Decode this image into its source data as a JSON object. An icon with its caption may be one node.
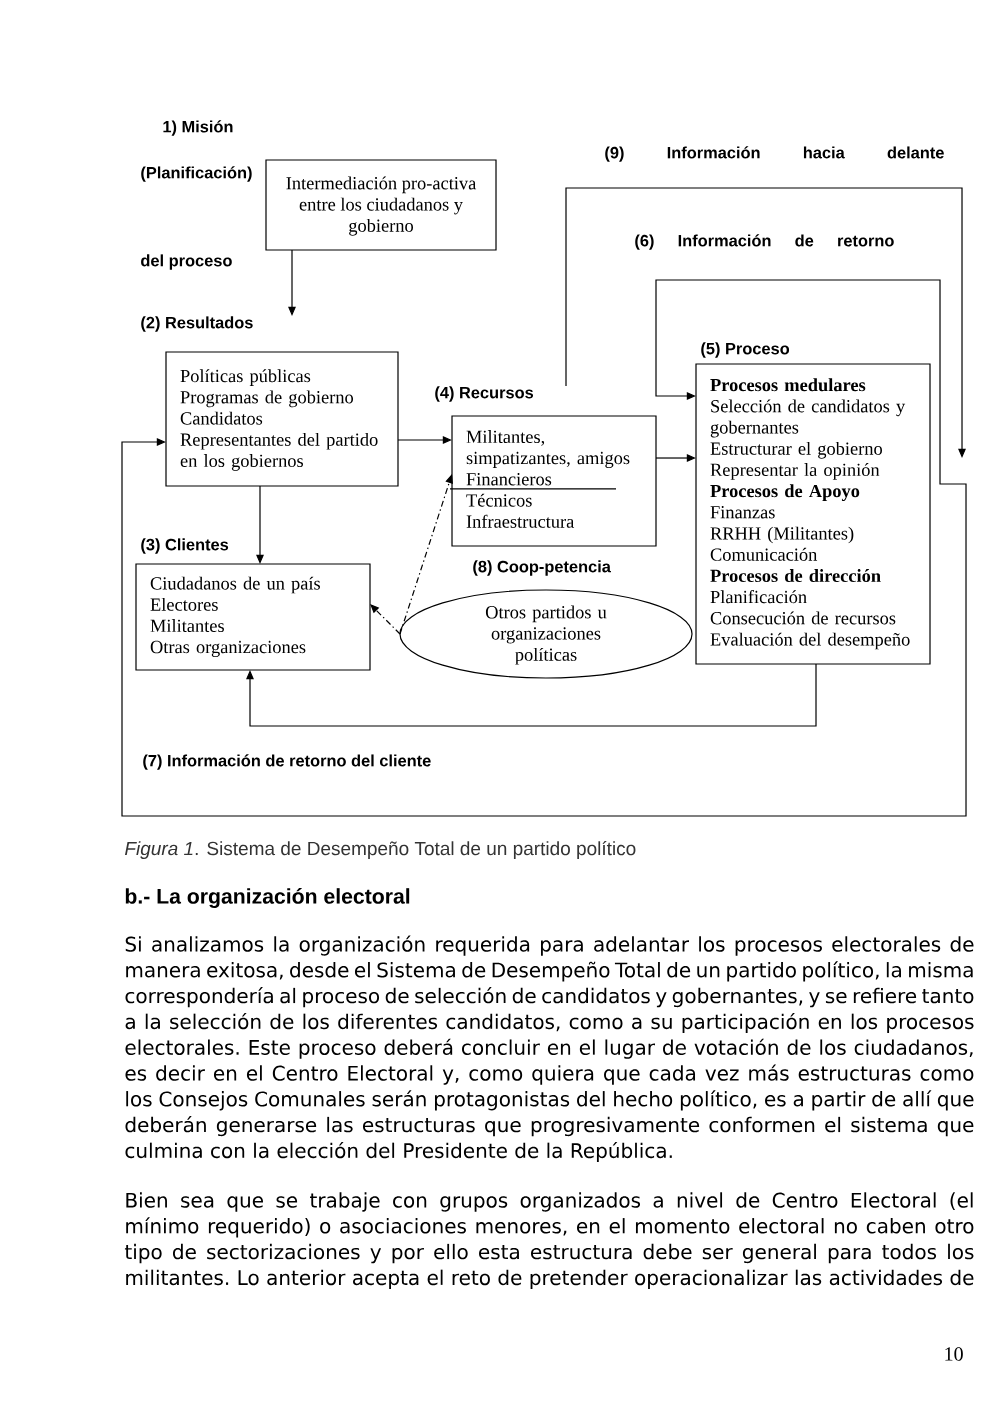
{
  "diagram": {
    "caption": "*Figura 1*. Sistema de Desempeño Total de un partido político",
    "nodes": [
      {
        "text": [
          "1) Misión",
          "(Planificación)",
          "Intermediación pro-activa entre los ciudadanos y gobierno",
          "del proceso"
        ]
      },
      {
        "text": [
          "(2) Resultados",
          "Políticas públicas",
          "Programas de gobierno",
          "Candidatos",
          "Representantes del partido en los gobiernos"
        ]
      },
      {
        "text": [
          "(3) Clientes",
          "Ciudadanos de un país",
          "Electores",
          "Militantes",
          "Otras organizaciones"
        ]
      },
      {
        "text": [
          "(4) Recursos",
          "Militantes, simpatizantes, amigos",
          "Financieros",
          "Técnicos",
          "Infraestructura"
        ]
      },
      {
        "text": [
          "(5) Proceso",
          "Procesos medulares",
          "Selección de candidatos y gobernantes",
          "Estructurar el gobierno",
          "Representar la opinión",
          "Procesos de Apoyo",
          "Finanzas",
          "RRHH (Militantes)",
          "Comunicación",
          "Procesos de dirección",
          "Planificación",
          "Consecución de recursos",
          "Evaluación del desempeño"
        ]
      },
      {
        "text": [
          "(8) Coop-petencia",
          "Otros partidos u organizaciones políticas"
        ]
      }
    ],
    "edges": [
      {
        "from": 0,
        "to": 1,
        "arrow": "to"
      },
      {
        "from": 1,
        "to": 3,
        "arrow": "to"
      },
      {
        "from": 3,
        "to": 4,
        "arrow": "to"
      },
      {
        "from": 1,
        "to": 2,
        "arrow": "to"
      },
      {
        "from": 5,
        "to": 3,
        "arrow": "to",
        "style": "dashed"
      },
      {
        "from": 5,
        "to": 2,
        "arrow": "to",
        "style": "dashed"
      },
      {
        "from": 1,
        "to": 4,
        "arrow": "both",
        "label": "(6) Información de retorno"
      },
      {
        "from": 4,
        "to": 2,
        "arrow": "to",
        "label": "(7) Información de retorno del cliente"
      },
      {
        "from": 3,
        "to": null,
        "arrow": "to",
        "label": "(9) Información hacia delante"
      }
    ],
    "labels": [
      "b.- La organización electoral",
      "Si analizamos la organización requerida para adelantar los procesos electorales de manera exitosa, desde el Sistema de Desempeño Total de un partido político, la misma correspondería al proceso de selección de candidatos y gobernantes, y se refiere tanto a la selección de los diferentes candidatos, como a su participación en los procesos electorales. Este proceso deberá concluir en el lugar de votación de los ciudadanos, es decir en el Centro Electoral y, como quiera que cada vez más estructuras como los Consejos Comunales serán protagonistas del hecho político, es a partir de allí que deberán generarse las estructuras que progresivamente conformen el sistema que culmina con la elección del Presidente de la República.",
      "Bien sea que se trabaje con grupos organizados a nivel de Centro Electoral (el mínimo requerido) o asociaciones menores, en el momento electoral no caben otro tipo de sectorizaciones y por ello esta estructura debe ser general para todos los militantes. Lo anterior acepta el reto de pretender operacionalizar las actividades de",
      "10"
    ]
  }
}
